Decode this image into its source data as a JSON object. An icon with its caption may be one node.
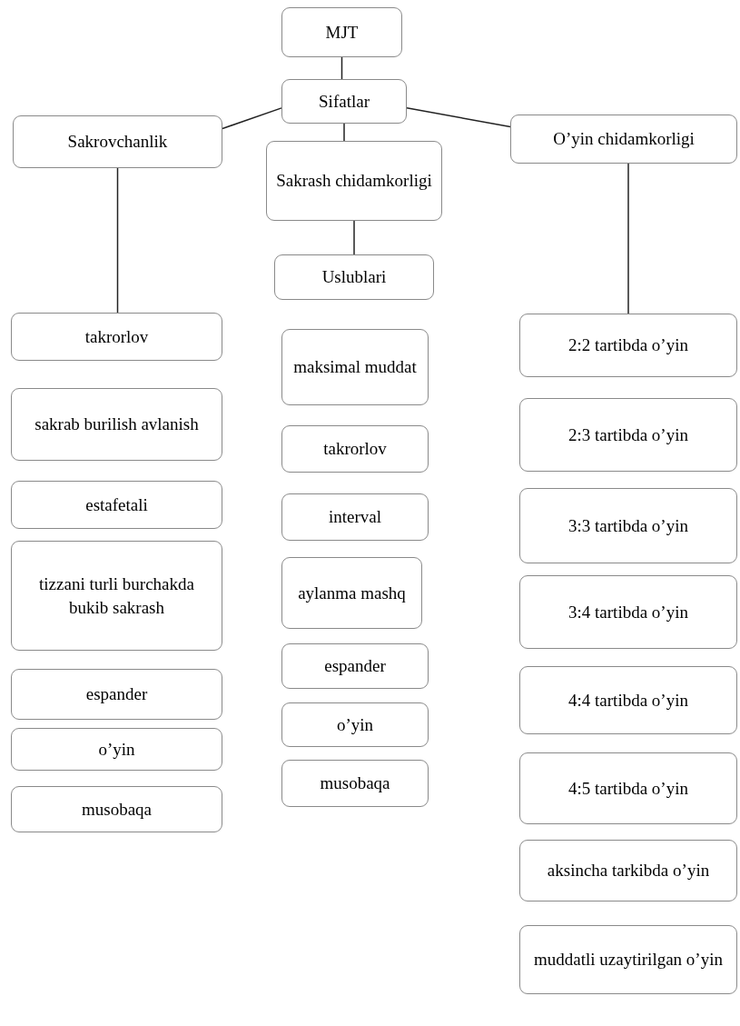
{
  "diagram": {
    "nodes": [
      {
        "text": [
          "MJT"
        ]
      },
      {
        "text": [
          "Sifatlar"
        ]
      },
      {
        "text": [
          "Sakrovchanlik"
        ]
      },
      {
        "text": [
          "Sakrash chidamkorligi"
        ]
      },
      {
        "text": [
          "O’yin chidamkorligi"
        ]
      },
      {
        "text": [
          "Uslublari"
        ]
      },
      {
        "text": [
          "takrorlov"
        ]
      },
      {
        "text": [
          "sakrab burilish avlanish"
        ]
      },
      {
        "text": [
          "estafetali"
        ]
      },
      {
        "text": [
          "tizzani turli burchakda bukib sakrash"
        ]
      },
      {
        "text": [
          "espander"
        ]
      },
      {
        "text": [
          "o’yin"
        ]
      },
      {
        "text": [
          "musobaqa"
        ]
      },
      {
        "text": [
          "maksimal muddat"
        ]
      },
      {
        "text": [
          "takrorlov"
        ]
      },
      {
        "text": [
          "interval"
        ]
      },
      {
        "text": [
          "aylanma mashq"
        ]
      },
      {
        "text": [
          "espander"
        ]
      },
      {
        "text": [
          "o’yin"
        ]
      },
      {
        "text": [
          "musobaqa"
        ]
      },
      {
        "text": [
          "2:2 tartibda o’yin"
        ]
      },
      {
        "text": [
          "2:3 tartibda o’yin"
        ]
      },
      {
        "text": [
          "3:3 tartibda o’yin"
        ]
      },
      {
        "text": [
          "3:4 tartibda o’yin"
        ]
      },
      {
        "text": [
          "4:4 tartibda o’yin"
        ]
      },
      {
        "text": [
          "4:5 tartibda o’yin"
        ]
      },
      {
        "text": [
          "aksincha tarkibda o’yin"
        ]
      },
      {
        "text": [
          "muddatli uzaytirilgan o’yin"
        ]
      }
    ],
    "edges": [
      {
        "from": 0,
        "to": 1,
        "arrow": "none"
      },
      {
        "from": 1,
        "to": 2,
        "arrow": "none"
      },
      {
        "from": 1,
        "to": 3,
        "arrow": "none"
      },
      {
        "from": 1,
        "to": 4,
        "arrow": "none"
      },
      {
        "from": 3,
        "to": 5,
        "arrow": "none"
      },
      {
        "from": 2,
        "to": 6,
        "arrow": "none"
      },
      {
        "from": 4,
        "to": 20,
        "arrow": "none"
      }
    ]
  }
}
